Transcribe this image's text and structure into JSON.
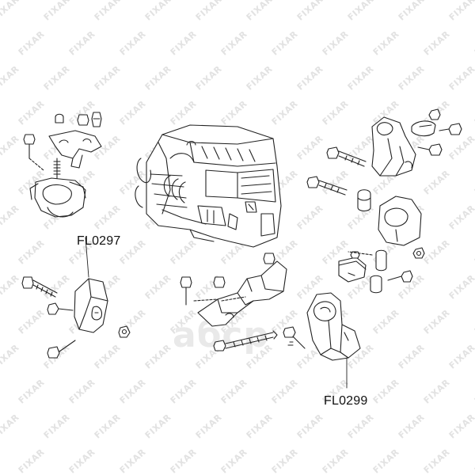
{
  "watermark": {
    "brand": "FIXAR",
    "center_text": "aбcp",
    "color": "#e2e2e2"
  },
  "callouts": [
    {
      "id": "fl0297",
      "part_number": "FL0297"
    },
    {
      "id": "fl0299",
      "part_number": "FL0299"
    }
  ],
  "colors": {
    "line": "#222222",
    "background": "#ffffff"
  }
}
